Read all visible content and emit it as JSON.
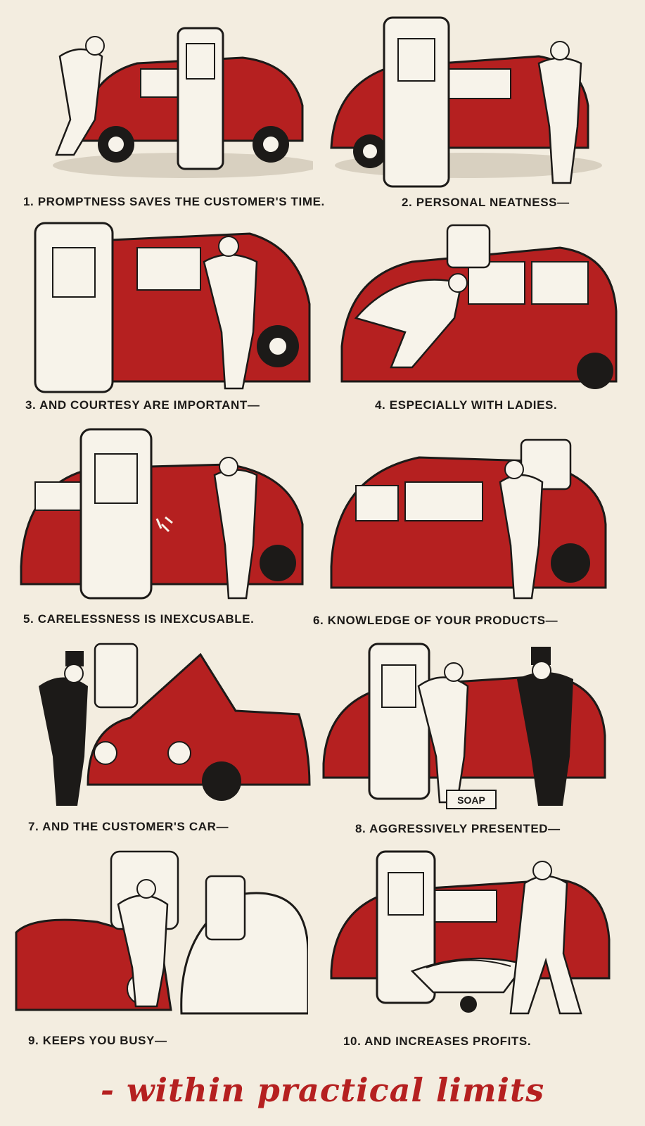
{
  "palette": {
    "paper": "#f3ede0",
    "ink": "#1c1a18",
    "car_red": "#b52020",
    "pump_white": "#f7f3ea"
  },
  "panels": [
    {
      "caption": "1.  PROMPTNESS SAVES THE CUSTOMER'S TIME."
    },
    {
      "caption": "2.  PERSONAL NEATNESS—"
    },
    {
      "caption": "3.  AND COURTESY ARE IMPORTANT—"
    },
    {
      "caption": "4.  ESPECIALLY WITH LADIES."
    },
    {
      "caption": "5.  CARELESSNESS IS INEXCUSABLE."
    },
    {
      "caption": "6.  KNOWLEDGE OF YOUR PRODUCTS—"
    },
    {
      "caption": "7.  AND THE CUSTOMER'S CAR—"
    },
    {
      "caption": "8.  AGGRESSIVELY PRESENTED—"
    },
    {
      "caption": "9.  KEEPS YOU BUSY—"
    },
    {
      "caption": "10.  AND INCREASES PROFITS."
    }
  ],
  "tagline": "- within practical limits",
  "illustration_labels": {
    "soap_box": "SOAP"
  }
}
